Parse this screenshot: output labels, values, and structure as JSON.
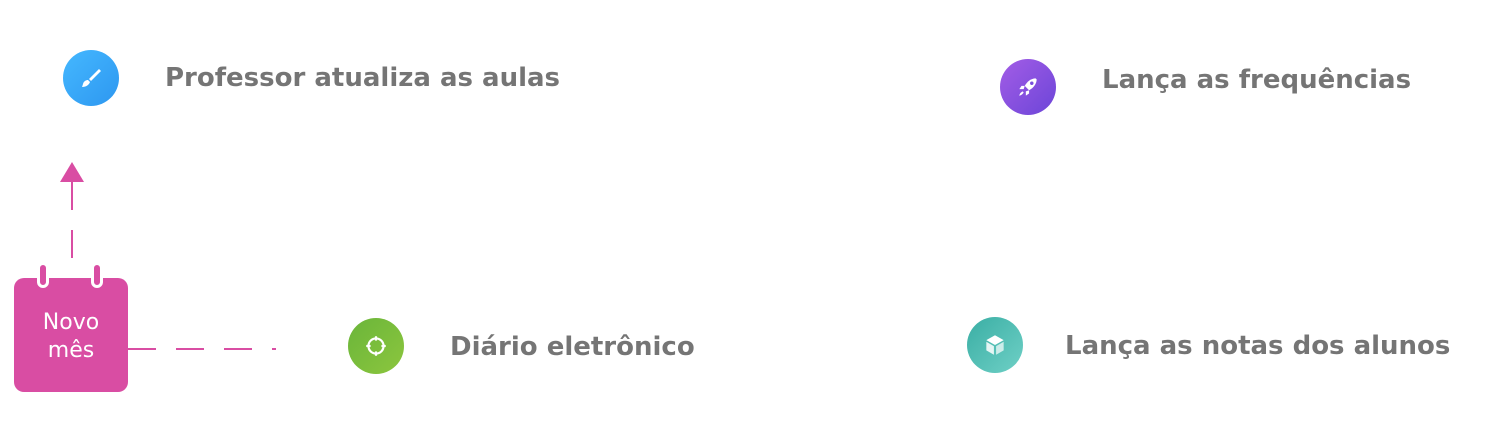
{
  "start_node": {
    "line1": "Novo",
    "line2": "mês",
    "icon": "calendar-icon",
    "color": "#d94da3"
  },
  "steps": [
    {
      "label": "Professor atualiza as aulas",
      "icon": "brush-icon",
      "color": "#3aa9f8"
    },
    {
      "label": "Lança as frequências",
      "icon": "rocket-icon",
      "color": "#8a4fe0"
    },
    {
      "label": "Diário eletrônico",
      "icon": "target-icon",
      "color": "#79bd3c"
    },
    {
      "label": "Lança as notas dos alunos",
      "icon": "cube-icon",
      "color": "#4cbeb4"
    }
  ],
  "connector_color": "#d94da3",
  "label_color": "#757575"
}
